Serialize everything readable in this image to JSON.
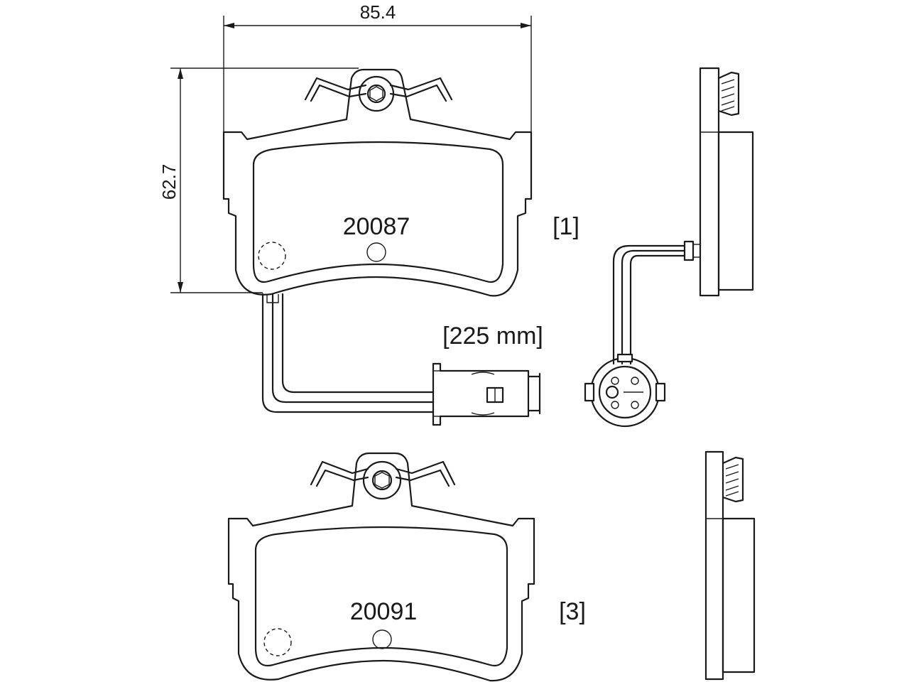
{
  "dimensions": {
    "width_label": "85.4",
    "height_label": "62.7"
  },
  "pads": [
    {
      "part_number": "20087",
      "ref": "[1]"
    },
    {
      "part_number": "20091",
      "ref": "[3]"
    }
  ],
  "wire": {
    "length_label": "[225 mm]"
  }
}
